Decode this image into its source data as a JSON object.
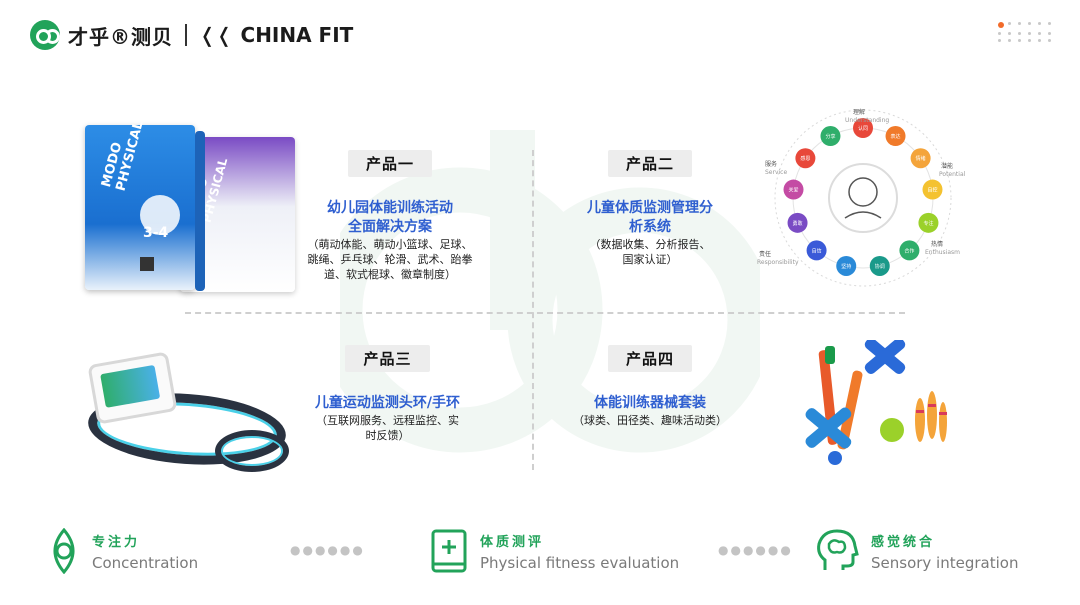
{
  "header": {
    "brand_cn": "才乎®测贝",
    "brand_en": "CHINA FIT"
  },
  "products": [
    {
      "tag": "产品一",
      "title_lines": [
        "幼儿园体能训练活动",
        "全面解决方案"
      ],
      "desc_lines": [
        "（萌动体能、萌动小篮球、足球、",
        "跳绳、乒乓球、轮滑、武术、跆拳",
        "道、软式棍球、徽章制度）"
      ]
    },
    {
      "tag": "产品二",
      "title_lines": [
        "儿童体质监测管理分",
        "析系统"
      ],
      "desc_lines": [
        "（数据收集、分析报告、",
        "国家认证）"
      ]
    },
    {
      "tag": "产品三",
      "title_lines": [
        "儿童运动监测头环/手环"
      ],
      "desc_lines": [
        "（互联网服务、远程监控、实",
        "时反馈）"
      ]
    },
    {
      "tag": "产品四",
      "title_lines": [
        "体能训练器械套装"
      ],
      "desc_lines": [
        "（球类、田径类、趣味活动类）"
      ]
    }
  ],
  "box_art": {
    "front_title": "MODO PHYSICAL",
    "front_age": "3-4",
    "back_title": "MODO PHYSICAL"
  },
  "wheel": {
    "outer_labels": [
      {
        "cn": "理解",
        "en": "Understanding"
      },
      {
        "cn": "潜能",
        "en": "Potential"
      },
      {
        "cn": "热情",
        "en": "Enthusiasm"
      },
      {
        "cn": "责任",
        "en": "Responsibility"
      },
      {
        "cn": "服务",
        "en": "Service"
      }
    ],
    "inner_labels": [
      "认同",
      "表达",
      "情绪",
      "自控",
      "专注",
      "合作",
      "协调",
      "坚持",
      "自信",
      "勇敢",
      "关爱",
      "感恩",
      "分享"
    ]
  },
  "features": [
    {
      "cn": "专注力",
      "en": "Concentration",
      "icon": "eye-focus-icon"
    },
    {
      "cn": "体质测评",
      "en": "Physical fitness evaluation",
      "icon": "health-book-icon"
    },
    {
      "cn": "感觉统合",
      "en": "Sensory integration",
      "icon": "brain-head-icon"
    }
  ],
  "colors": {
    "accent_green": "#22a35a",
    "title_blue": "#2f5fd0",
    "dot_orange": "#f26b2a"
  }
}
